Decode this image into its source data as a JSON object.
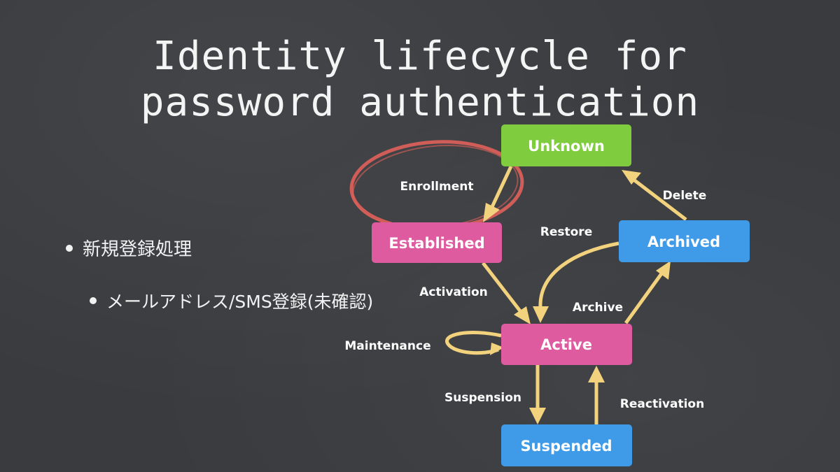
{
  "title": {
    "line1": "Identity lifecycle for",
    "line2": "password authentication"
  },
  "bullets": [
    {
      "text": "新規登録処理",
      "level": 1
    },
    {
      "text": "メールアドレス/SMS登録(未確認)",
      "level": 2
    }
  ],
  "nodes": {
    "unknown": {
      "label": "Unknown",
      "color": "#7fcd3e"
    },
    "established": {
      "label": "Established",
      "color": "#de5ba0"
    },
    "archived": {
      "label": "Archived",
      "color": "#3f9be8"
    },
    "active": {
      "label": "Active",
      "color": "#de5ba0"
    },
    "suspended": {
      "label": "Suspended",
      "color": "#3f9be8"
    }
  },
  "edges": {
    "enrollment": "Enrollment",
    "delete": "Delete",
    "restore": "Restore",
    "activation": "Activation",
    "archive": "Archive",
    "maintenance": "Maintenance",
    "suspension": "Suspension",
    "reactivation": "Reactivation"
  },
  "colors": {
    "arrow": "#f3d27e",
    "highlight_circle": "#e0605a",
    "background": "#393b3f"
  }
}
